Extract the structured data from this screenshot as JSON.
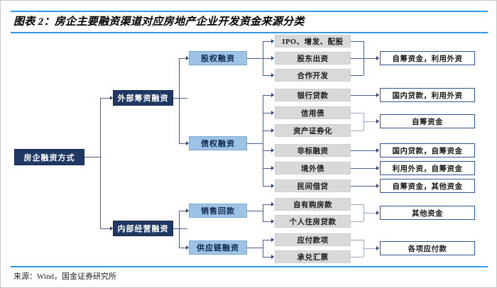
{
  "header": {
    "figure_label": "图表 2：",
    "title": "图表 2：房企主要融资渠道对应房地产企业开发资金来源分类"
  },
  "footer": {
    "source": "来源：Wind，国金证券研究所"
  },
  "colors": {
    "accent_rule": "#2e9bea",
    "root_fill": "#1f3864",
    "level3_fill": "#9dc3e6",
    "item_fill": "#d9d9d9",
    "outcome_border": "#2f5597",
    "connector": "#4a5d8f"
  },
  "diagram": {
    "type": "tree",
    "root": {
      "label": "房企融资方式"
    },
    "level2": [
      {
        "label": "外部筹资融资"
      },
      {
        "label": "内部经营融资"
      }
    ],
    "level3": [
      {
        "label": "股权融资"
      },
      {
        "label": "债权融资"
      },
      {
        "label": "销售回款"
      },
      {
        "label": "供应链融资"
      }
    ],
    "channels": [
      {
        "label": "IPO、增发、配股"
      },
      {
        "label": "股东出资"
      },
      {
        "label": "合作开发"
      },
      {
        "label": "银行贷款"
      },
      {
        "label": "信用债"
      },
      {
        "label": "资产证券化"
      },
      {
        "label": "非标融资"
      },
      {
        "label": "境外债"
      },
      {
        "label": "民间借贷"
      },
      {
        "label": "自有购房款"
      },
      {
        "label": "个人住房贷款"
      },
      {
        "label": "应付款项"
      },
      {
        "label": "承兑汇票"
      }
    ],
    "outcomes": [
      {
        "label": "自筹资金，利用外资"
      },
      {
        "label": "国内贷款，利用外资"
      },
      {
        "label": "自筹资金"
      },
      {
        "label": "国内贷款，自筹资金"
      },
      {
        "label": "利用外资，自筹资金"
      },
      {
        "label": "自筹资金，其他资金"
      },
      {
        "label": "其他资金"
      },
      {
        "label": "各项应付款"
      }
    ]
  }
}
